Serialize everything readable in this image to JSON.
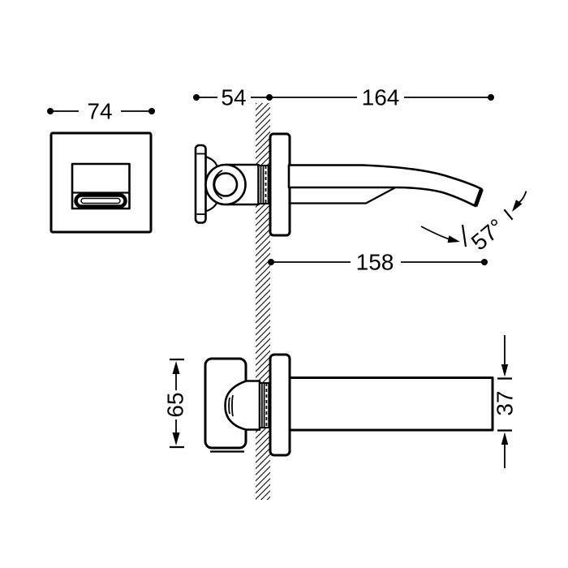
{
  "meta": {
    "background_color": "#ffffff",
    "line_color": "#000000",
    "drawing_type": "wall-mounted-faucet-dimension-drawing"
  },
  "dimensions": {
    "plate_width": "74",
    "wall_to_handle": "54",
    "spout_projection": "164",
    "spout_outlet_distance": "158",
    "spout_tip_angle": "57°",
    "handle_height": "65",
    "spout_height": "37"
  }
}
